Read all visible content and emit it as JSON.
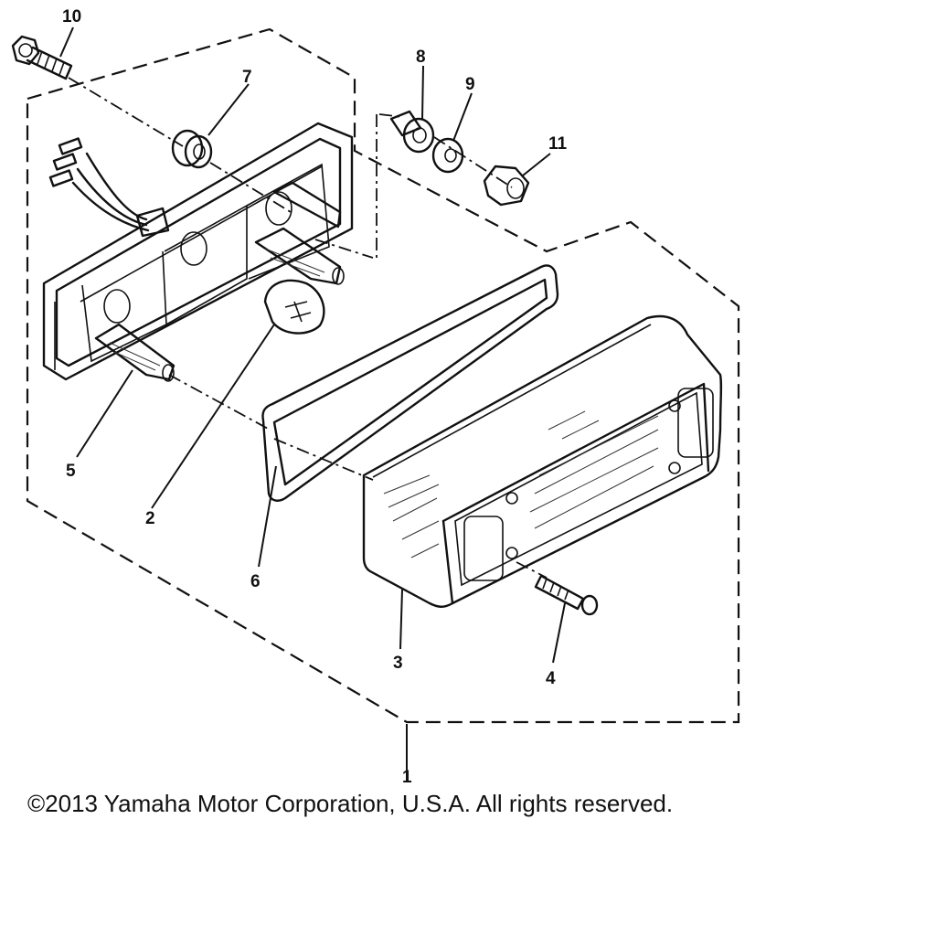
{
  "callouts": [
    {
      "id": "10",
      "label": "10"
    },
    {
      "id": "7",
      "label": "7"
    },
    {
      "id": "8",
      "label": "8"
    },
    {
      "id": "9",
      "label": "9"
    },
    {
      "id": "11",
      "label": "11"
    },
    {
      "id": "5",
      "label": "5"
    },
    {
      "id": "2",
      "label": "2"
    },
    {
      "id": "6",
      "label": "6"
    },
    {
      "id": "3",
      "label": "3"
    },
    {
      "id": "4",
      "label": "4"
    },
    {
      "id": "1",
      "label": "1"
    }
  ],
  "footer": {
    "copyright": "©2013 Yamaha Motor Corporation, U.S.A. All rights reserved."
  }
}
